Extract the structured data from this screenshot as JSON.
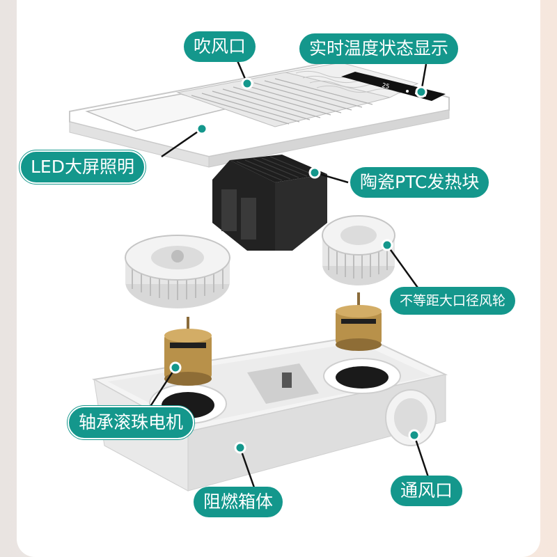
{
  "labels": {
    "air_outlet": "吹风口",
    "temp_display": "实时温度状态显示",
    "led_light": "LED大屏照明",
    "ptc_heater": "陶瓷PTC发热块",
    "fan_wheel": "不等距大口径风轮",
    "bearing_motor": "轴承滚珠电机",
    "vent_outlet": "通风口",
    "flame_box": "阻燃箱体"
  },
  "display_reading": "25",
  "colors": {
    "callout": "#14978c",
    "background": "#f2ece8",
    "panel": "#ffffff",
    "heater": "#2a2a2a",
    "motor": "#b8914a"
  }
}
